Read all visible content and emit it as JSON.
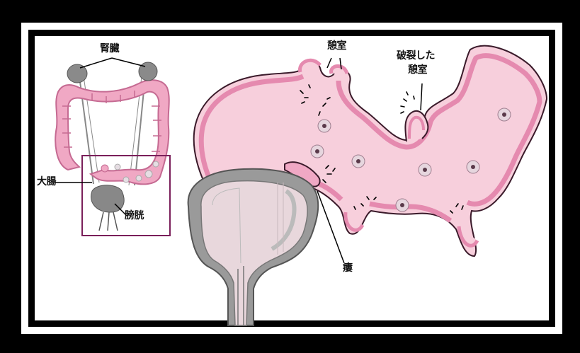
{
  "labels": {
    "kidneys": "腎臓",
    "diverticula": "憩室",
    "ruptured_diverticulum_line1": "破裂した",
    "ruptured_diverticulum_line2": "憩室",
    "large_intestine": "大腸",
    "bladder": "膀胱",
    "fistula": "瘻"
  },
  "colors": {
    "background": "#000000",
    "panel": "#ffffff",
    "panel_border": "#000000",
    "bowel_fill": "#f5c6d6",
    "bowel_wall": "#e58aaf",
    "bowel_outline": "#3a1a2a",
    "bladder_wall": "#9a9a9a",
    "bladder_inner": "#e8d7dc",
    "kidney": "#8a8a8a",
    "inset_box": "#7a1f5a"
  },
  "icons": [
    "dot-marker"
  ]
}
